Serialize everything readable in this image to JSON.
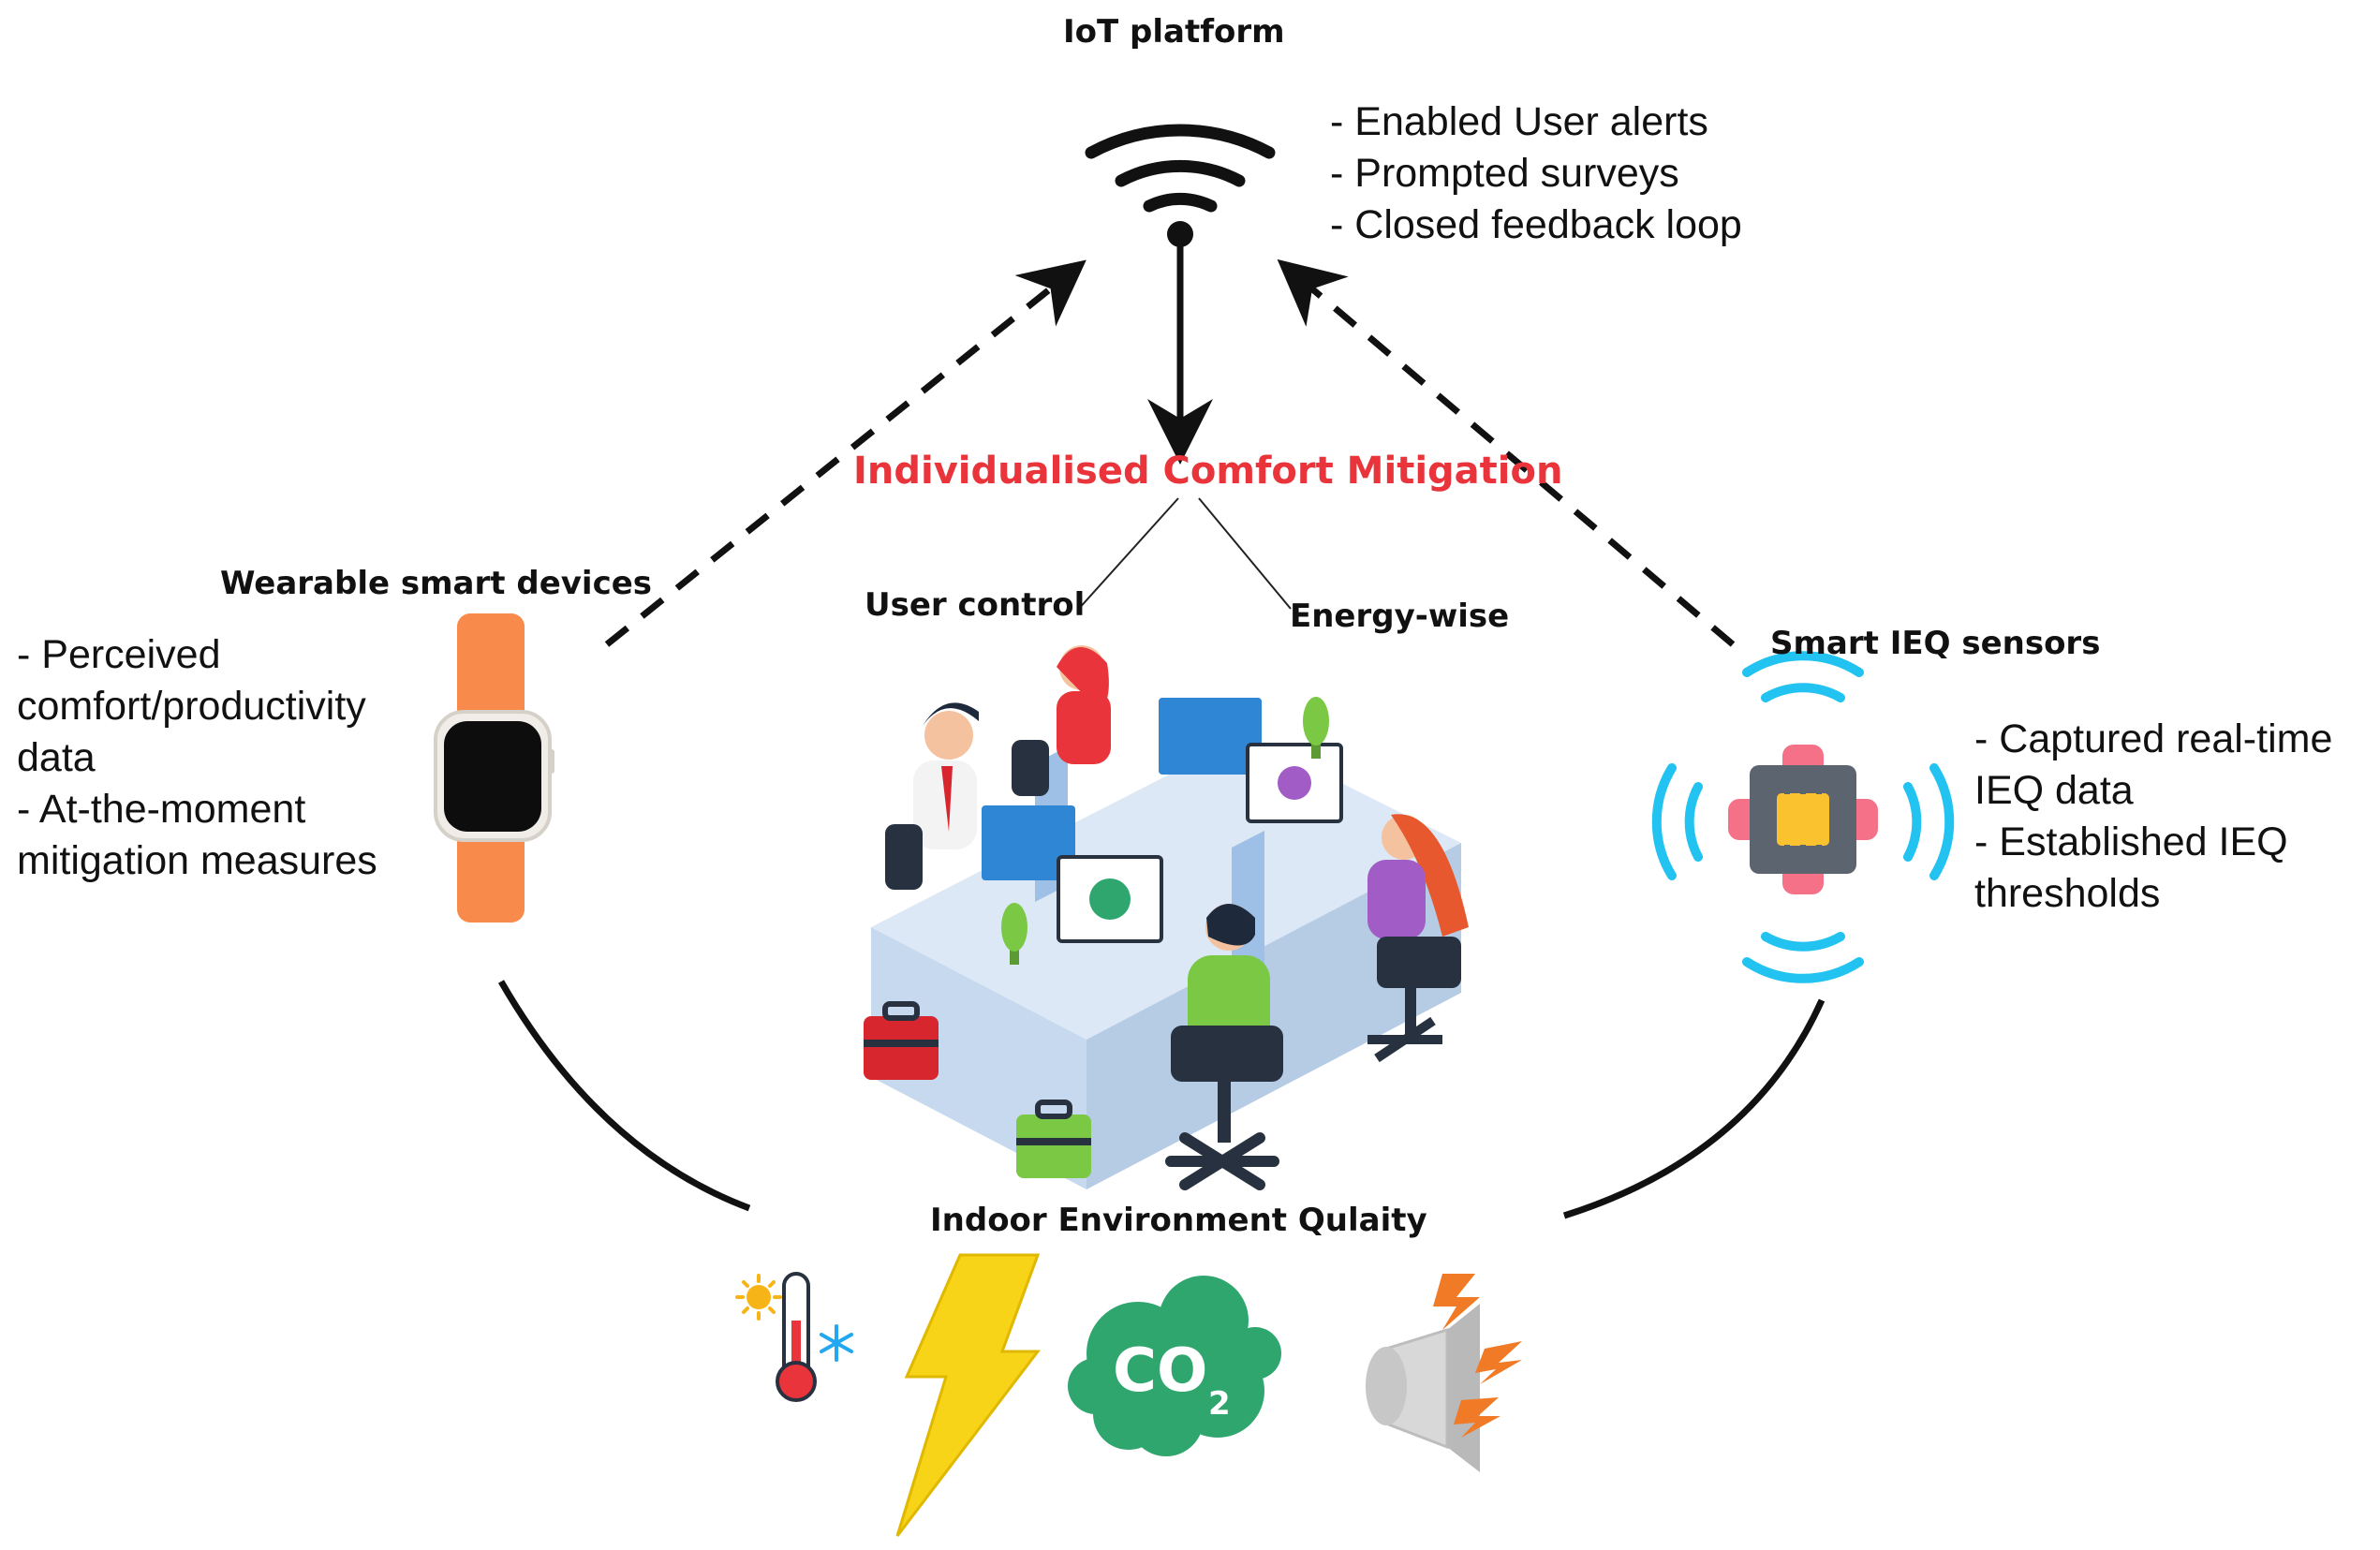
{
  "iot": {
    "title": "IoT platform",
    "bullets": [
      "- Enabled User alerts",
      "- Prompted surveys",
      "- Closed feedback loop"
    ]
  },
  "mitigation": {
    "title": "Individualised Comfort Mitigation",
    "user_control": "User control",
    "energy_wise": "Energy-wise"
  },
  "wearable": {
    "title": "Wearable smart devices",
    "bullets": [
      "- Perceived",
      "comfort/productivity",
      "data",
      "- At-the-moment",
      "mitigation measures"
    ]
  },
  "sensors": {
    "title": "Smart IEQ sensors",
    "bullets": [
      "- Captured real-time",
      "IEQ data",
      "- Established IEQ",
      "thresholds"
    ]
  },
  "ieq": {
    "title": "Indoor Environment Qulaity",
    "co2_label": "CO",
    "co2_sub": "2"
  },
  "icons": {
    "iot": "wifi-icon",
    "wearable": "smartwatch-icon",
    "sensor": "iot-sensor-chip-icon",
    "office": "office-workers-illustration",
    "thermal": "thermometer-icon",
    "lighting": "lightning-bolt-icon",
    "air": "co2-cloud-icon",
    "acoustic": "megaphone-noise-icon"
  },
  "colors": {
    "accent_red": "#e8343a",
    "watch_orange": "#f88a4b",
    "sensor_cyan": "#22c3f0",
    "sensor_pink": "#f47188",
    "co2_green": "#2ea66e",
    "bolt_yellow": "#f7d417"
  }
}
